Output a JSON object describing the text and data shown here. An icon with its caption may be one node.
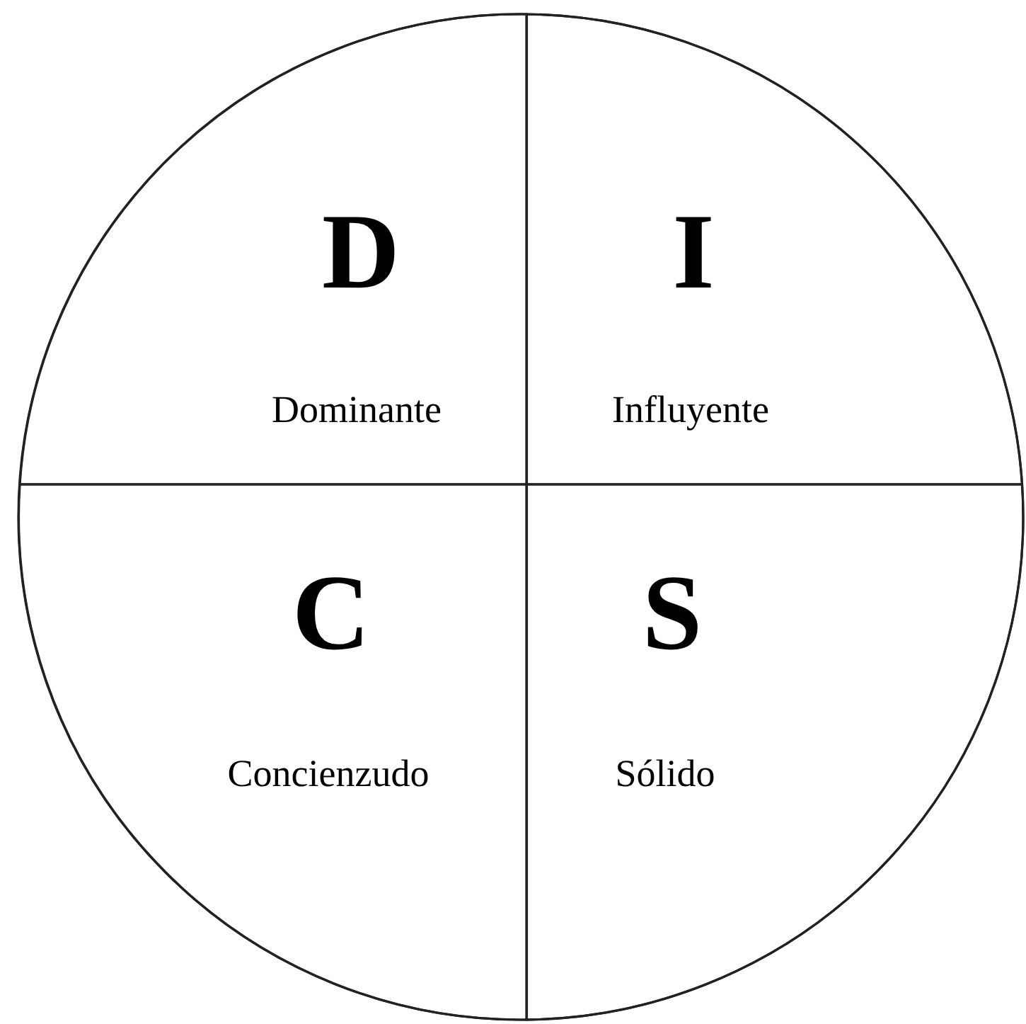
{
  "diagram": {
    "nodes": [
      {
        "text": [],
        "shape": "circle"
      },
      {
        "text": [
          "D",
          "Dominante"
        ],
        "in": 0
      },
      {
        "text": [
          "I",
          "Influyente"
        ],
        "in": 0
      },
      {
        "text": [
          "C",
          "Concienzudo"
        ],
        "in": 0
      },
      {
        "text": [
          "S",
          "Sólido"
        ],
        "in": 0
      }
    ]
  }
}
